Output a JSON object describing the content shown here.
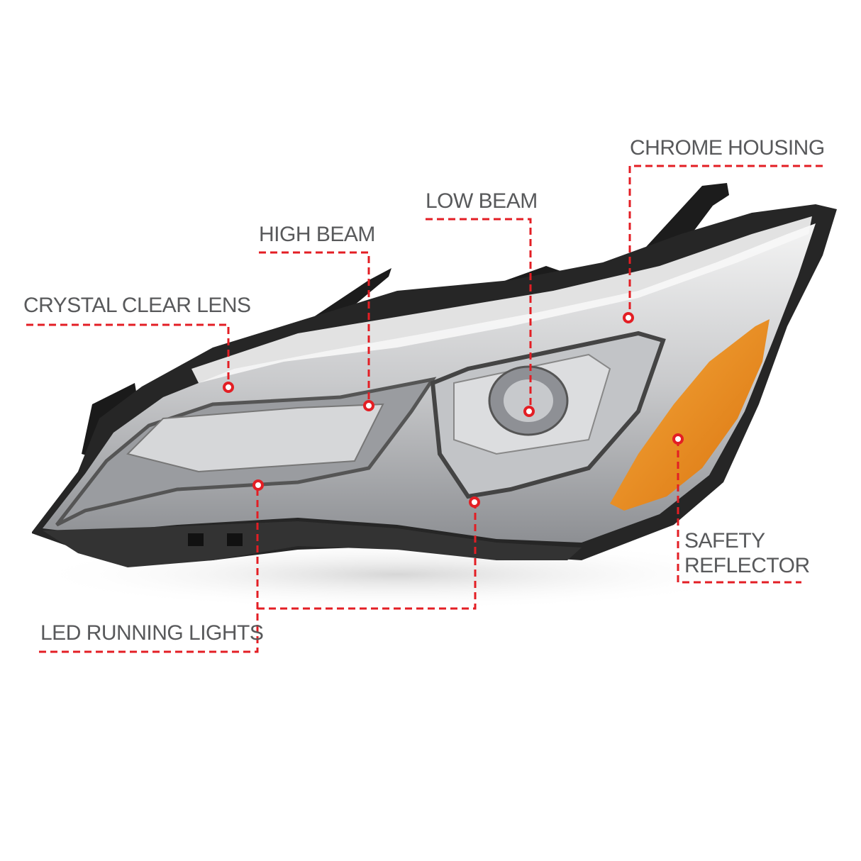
{
  "colors": {
    "accent": "#e31e24",
    "label_text": "#58595b",
    "amber": "#e8891c"
  },
  "callouts": {
    "crystal_clear_lens": "CRYSTAL CLEAR LENS",
    "high_beam": "HIGH BEAM",
    "low_beam": "LOW BEAM",
    "chrome_housing": "CHROME HOUSING",
    "safety_reflector_line1": "SAFETY",
    "safety_reflector_line2": "REFLECTOR",
    "led_running_lights": "LED RUNNING LIGHTS"
  }
}
